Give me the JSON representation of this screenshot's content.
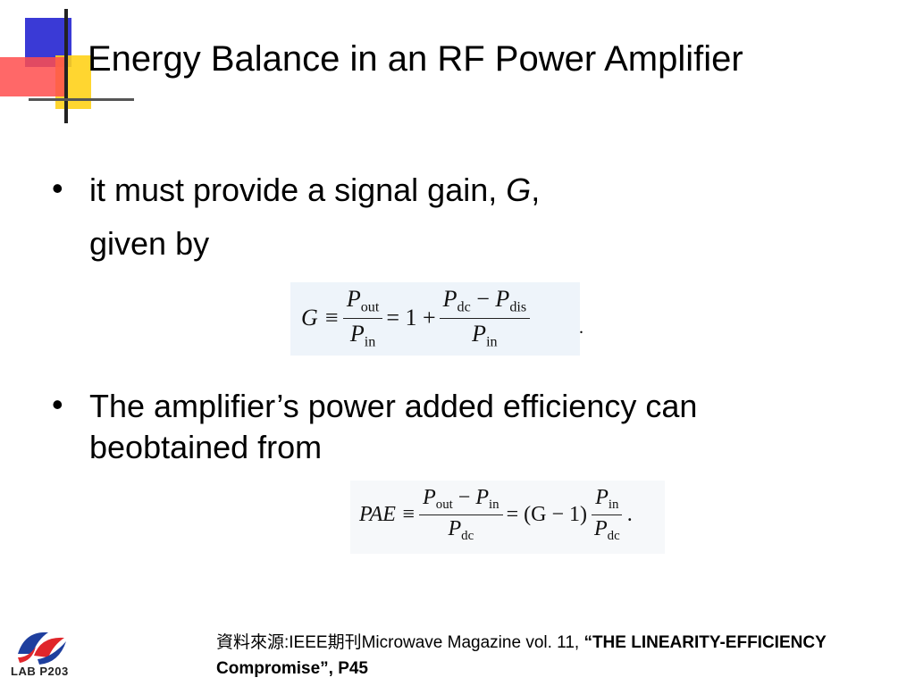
{
  "slide": {
    "title": "Energy Balance in an RF Power Amplifier",
    "bullets": [
      {
        "line1_prefix": "it must provide a signal gain, ",
        "line1_var": "G",
        "line1_suffix": ",",
        "line2": "given by"
      },
      {
        "line1": "The amplifier’s power added efficiency can",
        "line2": "beobtained from"
      }
    ],
    "bullet_marker": "•"
  },
  "equations": {
    "gain": {
      "lhs": "G ≡",
      "frac1_num": "P",
      "frac1_num_sub": "out",
      "frac1_den": "P",
      "frac1_den_sub": "in",
      "mid": "=  1 +",
      "frac2_num_a": "P",
      "frac2_num_a_sub": "dc",
      "frac2_num_op": " − ",
      "frac2_num_b": "P",
      "frac2_num_b_sub": "dis",
      "frac2_den": "P",
      "frac2_den_sub": "in",
      "trail": "."
    },
    "pae": {
      "lhs": "PAE ≡",
      "frac1_num_a": "P",
      "frac1_num_a_sub": "out",
      "frac1_num_op": " − ",
      "frac1_num_b": "P",
      "frac1_num_b_sub": "in",
      "frac1_den": "P",
      "frac1_den_sub": "dc",
      "mid": "= (G − 1)",
      "frac2_num": "P",
      "frac2_num_sub": "in",
      "frac2_den": "P",
      "frac2_den_sub": "dc",
      "trail": "."
    }
  },
  "footer": {
    "logo_text": "LAB P203",
    "source_prefix": "資料來源:IEEE期刊Microwave Magazine vol. 11, ",
    "source_bold": "“THE LINEARITY-EFFICIENCY Compromise”, P45"
  },
  "colors": {
    "deco_blue": "#3a3ad6",
    "deco_red": "#ff4d4d",
    "deco_yellow": "#ffd21a",
    "logo_blue": "#1e3f9e",
    "logo_red": "#e0262b"
  }
}
